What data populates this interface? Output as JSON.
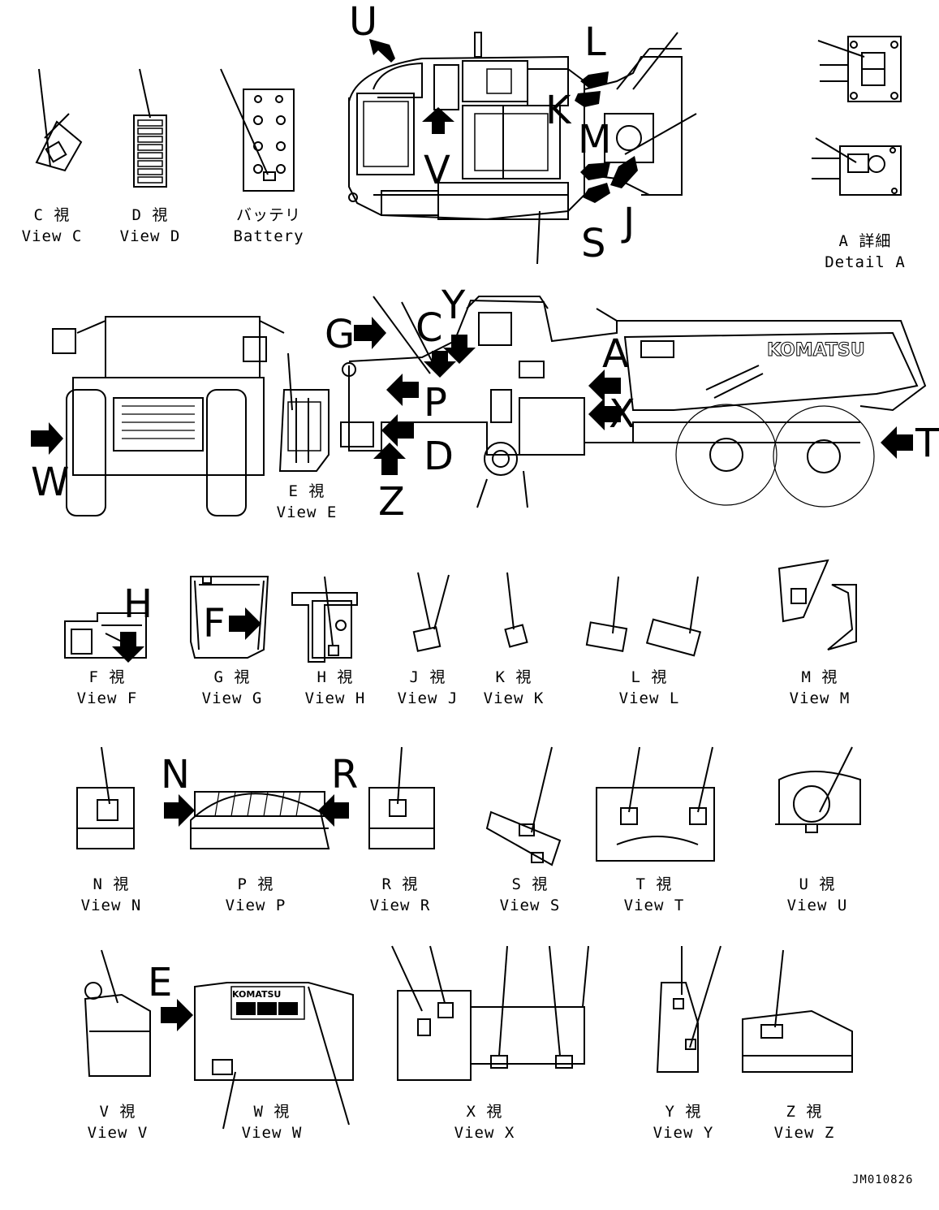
{
  "brand": "KOMATSU",
  "drawing_code": "JM010826",
  "views": [
    {
      "id": "C",
      "jp": "C 視",
      "en": "View C"
    },
    {
      "id": "D",
      "jp": "D 視",
      "en": "View D"
    },
    {
      "id": "battery",
      "jp": "バッテリ",
      "en": "Battery"
    },
    {
      "id": "A",
      "jp": "A 詳細",
      "en": "Detail A"
    },
    {
      "id": "E",
      "jp": "E 視",
      "en": "View E"
    },
    {
      "id": "F",
      "jp": "F 視",
      "en": "View F"
    },
    {
      "id": "G",
      "jp": "G 視",
      "en": "View G"
    },
    {
      "id": "H",
      "jp": "H 視",
      "en": "View H"
    },
    {
      "id": "J",
      "jp": "J 視",
      "en": "View J"
    },
    {
      "id": "K",
      "jp": "K 視",
      "en": "View K"
    },
    {
      "id": "L",
      "jp": "L 視",
      "en": "View L"
    },
    {
      "id": "M",
      "jp": "M 視",
      "en": "View M"
    },
    {
      "id": "N",
      "jp": "N 視",
      "en": "View N"
    },
    {
      "id": "P",
      "jp": "P 視",
      "en": "View P"
    },
    {
      "id": "R",
      "jp": "R 視",
      "en": "View R"
    },
    {
      "id": "S",
      "jp": "S 視",
      "en": "View S"
    },
    {
      "id": "T",
      "jp": "T 視",
      "en": "View T"
    },
    {
      "id": "U",
      "jp": "U 視",
      "en": "View U"
    },
    {
      "id": "V",
      "jp": "V 視",
      "en": "View V"
    },
    {
      "id": "W",
      "jp": "W 視",
      "en": "View W"
    },
    {
      "id": "X",
      "jp": "X 視",
      "en": "View X"
    },
    {
      "id": "Y",
      "jp": "Y 視",
      "en": "View Y"
    },
    {
      "id": "Z",
      "jp": "Z 視",
      "en": "View Z"
    }
  ],
  "callouts": [
    "U",
    "L",
    "K",
    "M",
    "V",
    "J",
    "S",
    "G",
    "C",
    "Y",
    "A",
    "P",
    "X",
    "D",
    "T",
    "W",
    "Z",
    "H",
    "F",
    "N",
    "R",
    "E"
  ]
}
